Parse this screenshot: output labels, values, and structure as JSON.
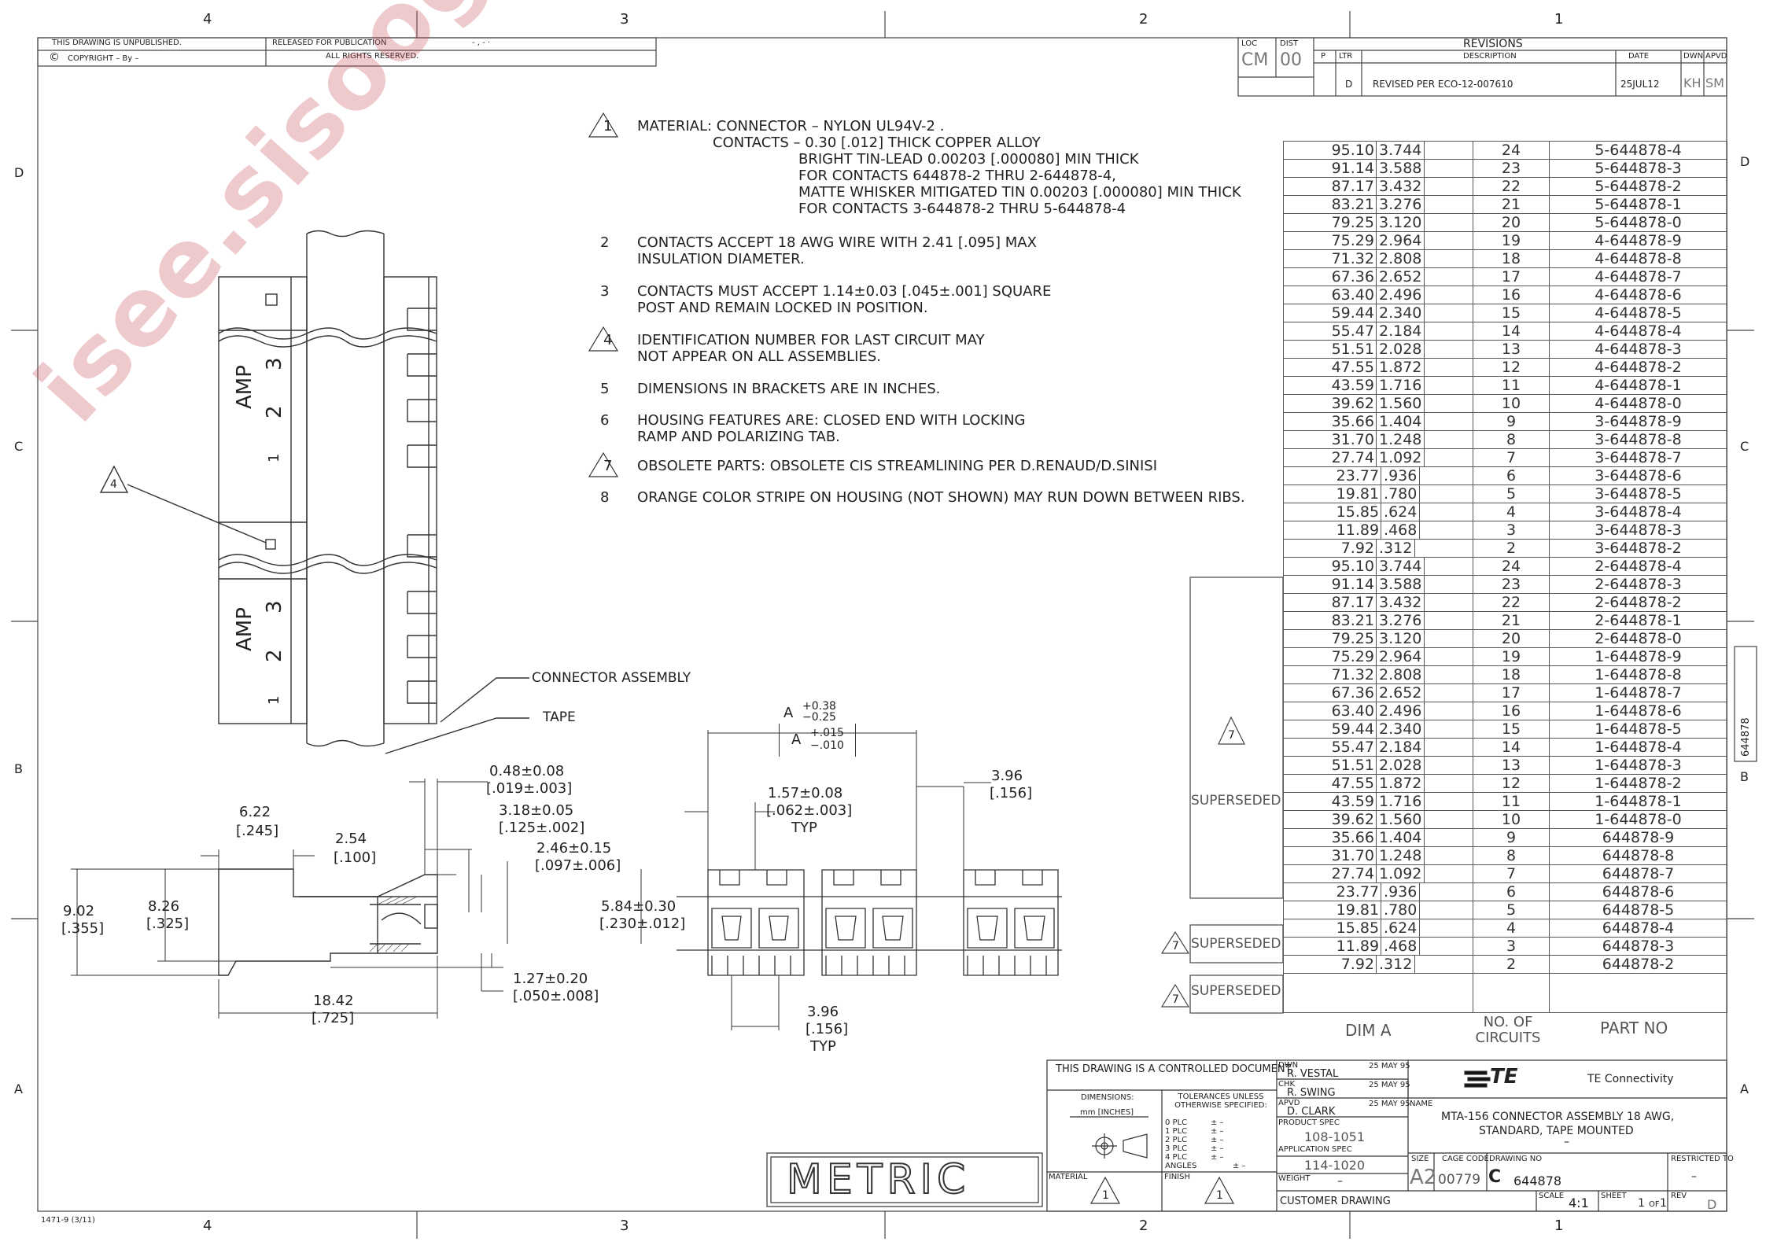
{
  "border": {
    "columns": [
      "4",
      "3",
      "2",
      "1"
    ],
    "rows": [
      "D",
      "C",
      "B",
      "A"
    ]
  },
  "header_left": {
    "unpublished": "THIS DRAWING IS UNPUBLISHED.",
    "released": "RELEASED FOR PUBLICATION",
    "release_value": "- , -  ·",
    "copyright": "COPYRIGHT   –     By  –",
    "copyright_symbol": "©",
    "rights": "ALL RIGHTS RESERVED."
  },
  "revisions": {
    "loc_label": "LOC",
    "loc_value": "CM",
    "dist_label": "DIST",
    "dist_value": "00",
    "title": "REVISIONS",
    "headers": {
      "p": "P",
      "ltr": "LTR",
      "description": "DESCRIPTION",
      "date": "DATE",
      "dwn": "DWN",
      "apvd": "APVD"
    },
    "row": {
      "ltr": "D",
      "description": "REVISED PER ECO-12-007610",
      "date": "25JUL12",
      "dwn": "KH",
      "apvd": "SM"
    }
  },
  "notes": [
    {
      "num": "1",
      "triangle": true,
      "lines": [
        "MATERIAL: CONNECTOR – NYLON UL94V-2 .",
        "CONTACTS – 0.30 [.012] THICK COPPER ALLOY",
        "BRIGHT TIN-LEAD 0.00203 [.000080] MIN THICK",
        "FOR CONTACTS 644878-2 THRU 2-644878-4,",
        "MATTE WHISKER MITIGATED TIN 0.00203 [.000080] MIN THICK",
        "FOR CONTACTS 3-644878-2 THRU 5-644878-4"
      ]
    },
    {
      "num": "2",
      "triangle": false,
      "lines": [
        "CONTACTS ACCEPT 18 AWG WIRE WITH 2.41 [.095] MAX",
        "INSULATION DIAMETER."
      ]
    },
    {
      "num": "3",
      "triangle": false,
      "lines": [
        "CONTACTS MUST ACCEPT 1.14±0.03 [.045±.001] SQUARE",
        "POST AND REMAIN LOCKED IN POSITION."
      ]
    },
    {
      "num": "4",
      "triangle": true,
      "lines": [
        "IDENTIFICATION NUMBER FOR LAST CIRCUIT MAY",
        "NOT APPEAR ON ALL ASSEMBLIES."
      ]
    },
    {
      "num": "5",
      "triangle": false,
      "lines": [
        "DIMENSIONS IN BRACKETS ARE IN INCHES."
      ]
    },
    {
      "num": "6",
      "triangle": false,
      "lines": [
        "HOUSING FEATURES ARE: CLOSED END WITH LOCKING",
        "RAMP AND POLARIZING TAB."
      ]
    },
    {
      "num": "7",
      "triangle": true,
      "lines": [
        "OBSOLETE PARTS: OBSOLETE CIS STREAMLINING PER D.RENAUD/D.SINISI"
      ]
    },
    {
      "num": "8",
      "triangle": false,
      "lines": [
        "ORANGE COLOR STRIPE ON HOUSING (NOT SHOWN) MAY RUN DOWN BETWEEN RIBS."
      ]
    }
  ],
  "parts_table": {
    "headers": {
      "dim": "DIM A",
      "circuits": "NO. OF CIRCUITS",
      "part": "PART NO"
    },
    "rows": [
      {
        "mm": "95.10",
        "in": "3.744",
        "c": "24",
        "pn": "5-644878-4"
      },
      {
        "mm": "91.14",
        "in": "3.588",
        "c": "23",
        "pn": "5-644878-3"
      },
      {
        "mm": "87.17",
        "in": "3.432",
        "c": "22",
        "pn": "5-644878-2"
      },
      {
        "mm": "83.21",
        "in": "3.276",
        "c": "21",
        "pn": "5-644878-1"
      },
      {
        "mm": "79.25",
        "in": "3.120",
        "c": "20",
        "pn": "5-644878-0"
      },
      {
        "mm": "75.29",
        "in": "2.964",
        "c": "19",
        "pn": "4-644878-9"
      },
      {
        "mm": "71.32",
        "in": "2.808",
        "c": "18",
        "pn": "4-644878-8"
      },
      {
        "mm": "67.36",
        "in": "2.652",
        "c": "17",
        "pn": "4-644878-7"
      },
      {
        "mm": "63.40",
        "in": "2.496",
        "c": "16",
        "pn": "4-644878-6"
      },
      {
        "mm": "59.44",
        "in": "2.340",
        "c": "15",
        "pn": "4-644878-5"
      },
      {
        "mm": "55.47",
        "in": "2.184",
        "c": "14",
        "pn": "4-644878-4"
      },
      {
        "mm": "51.51",
        "in": "2.028",
        "c": "13",
        "pn": "4-644878-3"
      },
      {
        "mm": "47.55",
        "in": "1.872",
        "c": "12",
        "pn": "4-644878-2"
      },
      {
        "mm": "43.59",
        "in": "1.716",
        "c": "11",
        "pn": "4-644878-1"
      },
      {
        "mm": "39.62",
        "in": "1.560",
        "c": "10",
        "pn": "4-644878-0"
      },
      {
        "mm": "35.66",
        "in": "1.404",
        "c": "9",
        "pn": "3-644878-9"
      },
      {
        "mm": "31.70",
        "in": "1.248",
        "c": "8",
        "pn": "3-644878-8"
      },
      {
        "mm": "27.74",
        "in": "1.092",
        "c": "7",
        "pn": "3-644878-7"
      },
      {
        "mm": "23.77",
        "in": ".936",
        "c": "6",
        "pn": "3-644878-6"
      },
      {
        "mm": "19.81",
        "in": ".780",
        "c": "5",
        "pn": "3-644878-5"
      },
      {
        "mm": "15.85",
        "in": ".624",
        "c": "4",
        "pn": "3-644878-4"
      },
      {
        "mm": "11.89",
        "in": ".468",
        "c": "3",
        "pn": "3-644878-3"
      },
      {
        "mm": "7.92",
        "in": ".312",
        "c": "2",
        "pn": "3-644878-2"
      },
      {
        "mm": "95.10",
        "in": "3.744",
        "c": "24",
        "pn": "2-644878-4"
      },
      {
        "mm": "91.14",
        "in": "3.588",
        "c": "23",
        "pn": "2-644878-3"
      },
      {
        "mm": "87.17",
        "in": "3.432",
        "c": "22",
        "pn": "2-644878-2"
      },
      {
        "mm": "83.21",
        "in": "3.276",
        "c": "21",
        "pn": "2-644878-1"
      },
      {
        "mm": "79.25",
        "in": "3.120",
        "c": "20",
        "pn": "2-644878-0"
      },
      {
        "mm": "75.29",
        "in": "2.964",
        "c": "19",
        "pn": "1-644878-9"
      },
      {
        "mm": "71.32",
        "in": "2.808",
        "c": "18",
        "pn": "1-644878-8"
      },
      {
        "mm": "67.36",
        "in": "2.652",
        "c": "17",
        "pn": "1-644878-7"
      },
      {
        "mm": "63.40",
        "in": "2.496",
        "c": "16",
        "pn": "1-644878-6"
      },
      {
        "mm": "59.44",
        "in": "2.340",
        "c": "15",
        "pn": "1-644878-5"
      },
      {
        "mm": "55.47",
        "in": "2.184",
        "c": "14",
        "pn": "1-644878-4"
      },
      {
        "mm": "51.51",
        "in": "2.028",
        "c": "13",
        "pn": "1-644878-3"
      },
      {
        "mm": "47.55",
        "in": "1.872",
        "c": "12",
        "pn": "1-644878-2"
      },
      {
        "mm": "43.59",
        "in": "1.716",
        "c": "11",
        "pn": "1-644878-1"
      },
      {
        "mm": "39.62",
        "in": "1.560",
        "c": "10",
        "pn": "1-644878-0"
      },
      {
        "mm": "35.66",
        "in": "1.404",
        "c": "9",
        "pn": "644878-9"
      },
      {
        "mm": "31.70",
        "in": "1.248",
        "c": "8",
        "pn": "644878-8"
      },
      {
        "mm": "27.74",
        "in": "1.092",
        "c": "7",
        "pn": "644878-7"
      },
      {
        "mm": "23.77",
        "in": ".936",
        "c": "6",
        "pn": "644878-6"
      },
      {
        "mm": "19.81",
        "in": ".780",
        "c": "5",
        "pn": "644878-5"
      },
      {
        "mm": "15.85",
        "in": ".624",
        "c": "4",
        "pn": "644878-4"
      },
      {
        "mm": "11.89",
        "in": ".468",
        "c": "3",
        "pn": "644878-3"
      },
      {
        "mm": "7.92",
        "in": ".312",
        "c": "2",
        "pn": "644878-2"
      }
    ],
    "superseded_label": "SUPERSEDED",
    "superseded_note": "7"
  },
  "drawing_labels": {
    "amp": "AMP",
    "digits_top": [
      "3",
      "2",
      "1"
    ],
    "digits_bottom": [
      "3",
      "2",
      "1"
    ],
    "note4": "4",
    "connector_assembly": "CONNECTOR ASSEMBLY",
    "tape": "TAPE",
    "dims": {
      "d622": "6.22",
      "d622i": "[.245]",
      "d254": "2.54",
      "d254i": "[.100]",
      "d048": "0.48±0.08",
      "d048i": "[.019±.003]",
      "d318": "3.18±0.05",
      "d318i": "[.125±.002]",
      "d246": "2.46±0.15",
      "d246i": "[.097±.006]",
      "d902": "9.02",
      "d902i": "[.355]",
      "d826": "8.26",
      "d826i": "[.325]",
      "d584": "5.84±0.30",
      "d584i": "[.230±.012]",
      "d127": "1.27±0.20",
      "d127i": "[.050±.008]",
      "d1842": "18.42",
      "d1842i": "[.725]",
      "dA": "A",
      "dAtol_top": "+0.38",
      "dAtol_bot": "−0.25",
      "dAin": "A",
      "dAin_top": "+.015",
      "dAin_bot": "−.010",
      "d157": "1.57±0.08",
      "d157i": "[.062±.003]",
      "typ1": "TYP",
      "d396a": "3.96",
      "d396ai": "[.156]",
      "d396b": "3.96",
      "d396bi": "[.156]",
      "typ2": "TYP"
    }
  },
  "title_block": {
    "controlled": "THIS DRAWING IS A CONTROLLED DOCUMENT.",
    "dimensions_label": "DIMENSIONS:",
    "dimensions_unit": "mm [INCHES]",
    "tolerances": "TOLERANCES UNLESS OTHERWISE SPECIFIED:",
    "plc": [
      "0 PLC",
      "1 PLC",
      "2 PLC",
      "3 PLC",
      "4 PLC",
      "ANGLES"
    ],
    "plc_val": [
      "±  –",
      "±  –",
      "±  –",
      "±  –",
      "±  –",
      "±  –"
    ],
    "material_label": "MATERIAL",
    "finish_label": "FINISH",
    "material_note": "1",
    "finish_note": "1",
    "dwn_label": "DWN",
    "dwn_name": "R. VESTAL",
    "dwn_date": "25 MAY 95",
    "chk_label": "CHK",
    "chk_name": "R. SWING",
    "chk_date": "25 MAY 95",
    "apvd_label": "APVD",
    "apvd_name": "D. CLARK",
    "apvd_date": "25 MAY 95",
    "product_spec_label": "PRODUCT SPEC",
    "product_spec": "108-1051",
    "app_spec_label": "APPLICATION SPEC",
    "app_spec": "114-1020",
    "weight_label": "WEIGHT",
    "weight": "–",
    "customer_drawing": "CUSTOMER DRAWING",
    "te_logo": "TE",
    "company": "TE Connectivity",
    "name_label": "NAME",
    "name_line1": "MTA-156 CONNECTOR ASSEMBLY 18 AWG,",
    "name_line2": "STANDARD, TAPE MOUNTED",
    "name_line3": "–",
    "size_label": "SIZE",
    "size": "A2",
    "cage_label": "CAGE CODE",
    "cage": "00779",
    "drawing_no_label": "DRAWING NO",
    "drawing_prefix": "C",
    "drawing_no": "644878",
    "restricted_label": "RESTRICTED TO",
    "restricted": "–",
    "scale_label": "SCALE",
    "scale": "4:1",
    "sheet_label": "SHEET",
    "sheet": "1",
    "of_label": "OF",
    "sheet_total": "1",
    "rev_label": "REV",
    "rev": "D",
    "metric": "METRIC",
    "form_number": "1471-9  (3/11)",
    "side_tab": "644878"
  },
  "watermark": "isee.sisoog.com"
}
